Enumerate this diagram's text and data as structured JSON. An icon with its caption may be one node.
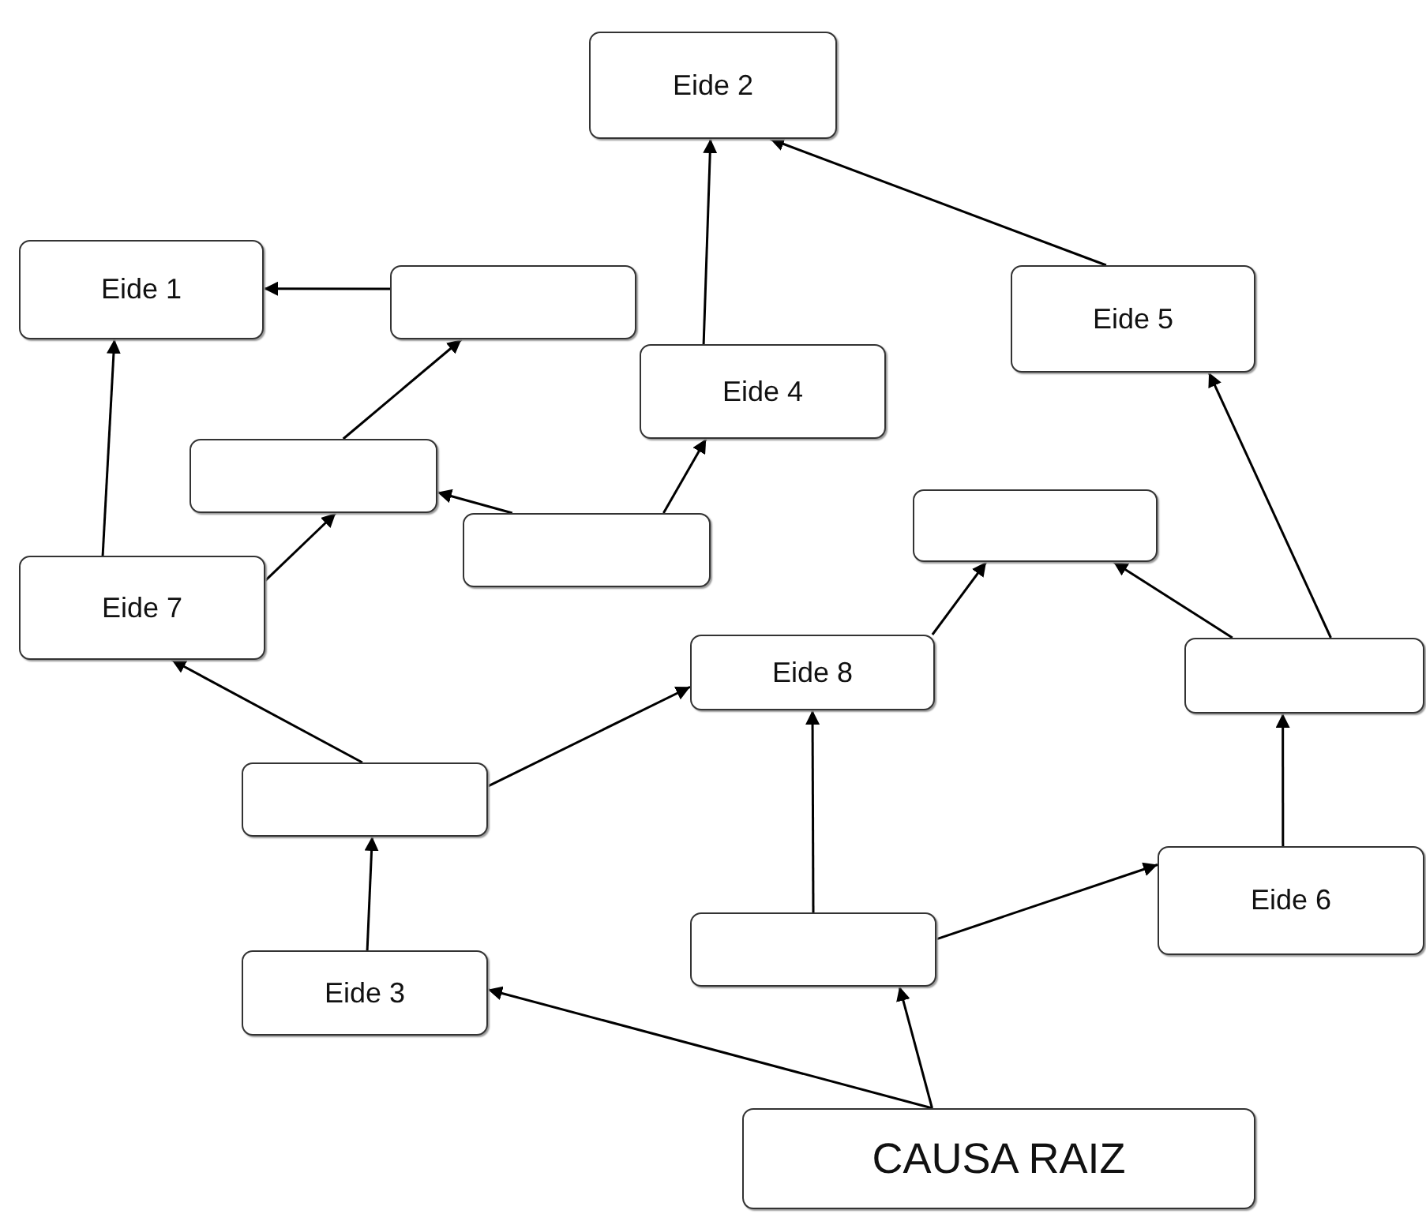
{
  "diagram": {
    "nodes": [
      {
        "text": [
          "Eide 2"
        ]
      },
      {
        "text": [
          "Eide 1"
        ]
      },
      {
        "text": [],
        "shape": "box"
      },
      {
        "text": [
          "Eide 5"
        ]
      },
      {
        "text": [
          "Eide 4"
        ]
      },
      {
        "text": [],
        "shape": "box"
      },
      {
        "text": [],
        "shape": "box"
      },
      {
        "text": [],
        "shape": "box"
      },
      {
        "text": [
          "Eide 7"
        ]
      },
      {
        "text": [
          "Eide 8"
        ]
      },
      {
        "text": [],
        "shape": "box"
      },
      {
        "text": [],
        "shape": "box"
      },
      {
        "text": [],
        "shape": "box"
      },
      {
        "text": [
          "Eide 6"
        ]
      },
      {
        "text": [
          "Eide 3"
        ]
      },
      {
        "text": [
          "CAUSA RAIZ"
        ]
      }
    ],
    "edges": [
      {
        "from": 2,
        "to": 1,
        "arrow": "to"
      },
      {
        "from": 5,
        "to": 2,
        "arrow": "to"
      },
      {
        "from": 6,
        "to": 5,
        "arrow": "to"
      },
      {
        "from": 6,
        "to": 4,
        "arrow": "to"
      },
      {
        "from": 4,
        "to": 0,
        "arrow": "to"
      },
      {
        "from": 3,
        "to": 0,
        "arrow": "to"
      },
      {
        "from": 8,
        "to": 1,
        "arrow": "to"
      },
      {
        "from": 8,
        "to": 5,
        "arrow": "to"
      },
      {
        "from": 11,
        "to": 8,
        "arrow": "to"
      },
      {
        "from": 11,
        "to": 9,
        "arrow": "to"
      },
      {
        "from": 9,
        "to": 7,
        "arrow": "to"
      },
      {
        "from": 10,
        "to": 7,
        "arrow": "to"
      },
      {
        "from": 10,
        "to": 3,
        "arrow": "to"
      },
      {
        "from": 12,
        "to": 9,
        "arrow": "to"
      },
      {
        "from": 12,
        "to": 13,
        "arrow": "to"
      },
      {
        "from": 13,
        "to": 10,
        "arrow": "to"
      },
      {
        "from": 14,
        "to": 11,
        "arrow": "to"
      },
      {
        "from": 15,
        "to": 14,
        "arrow": "to"
      },
      {
        "from": 15,
        "to": 12,
        "arrow": "to"
      }
    ]
  }
}
